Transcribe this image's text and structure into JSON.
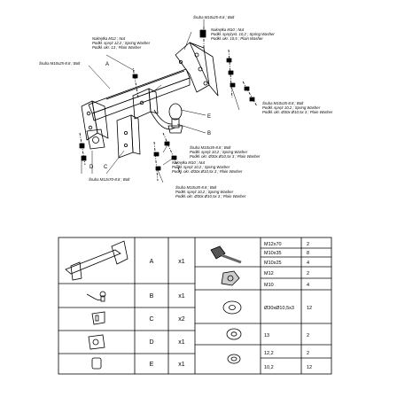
{
  "callouts": {
    "top_bolt": "Šruba M10x25-8.8 ; Bolt",
    "nut_top": [
      "Nakrętka M10 ; Nut",
      "Podkł. sprężyst. 10,2 ; Spring Washer",
      "Podkł. okr. 10,5 ; Plain Washer"
    ],
    "nut_left": [
      "Nakrętka M12 ; Nut",
      "Podkł. spręż 12,2 ; Spring Washer",
      "Podkł. okr. 13 ; Plain Washer"
    ],
    "left_bolt": "Šruba M10x25-8.8 ; Bolt",
    "right_bolt": [
      "Šruba M10x35-8.8 ; Bolt",
      "Podkł. spręż 10,2 ; Spring Washer",
      "Podkł. okr. Ø30x Ø10,5x 3 ; Plain Washer"
    ],
    "mid_bolt": [
      "Šruba M10x35-8.8 ; Bolt",
      "Podkł. spręż 10,2 ; Spring Washer",
      "Podkł. okr. Ø30x Ø10,5x 3 ; Plain Washer"
    ],
    "mid_nut": [
      "Nakrętka M10 ; Nut",
      "Podkł. spręż 10,2 ; Spring Washer",
      "Podkł. okr. Ø30x Ø10,5x 3 ; Plain Washer"
    ],
    "low_bolt": [
      "Šruba M10x35-8.8 ; Bolt",
      "Podkł. spręż 10,2 ; Spring Washer",
      "Podkł. okr. Ø30x Ø10,5x 3 ; Plain Washer"
    ],
    "bottom_bolt": "Šruba M12x70-8.8 ; Bolt"
  },
  "part_letters": [
    "A",
    "B",
    "C",
    "D",
    "E"
  ],
  "parts_table": [
    {
      "letter": "A",
      "qty": "x1"
    },
    {
      "letter": "B",
      "qty": "x1"
    },
    {
      "letter": "C",
      "qty": "x2"
    },
    {
      "letter": "D",
      "qty": "x1"
    },
    {
      "letter": "E",
      "qty": "x1"
    }
  ],
  "hardware_table": [
    {
      "spec": "M12x70",
      "qty": "2"
    },
    {
      "spec": "M10x35",
      "qty": "8"
    },
    {
      "spec": "M10x25",
      "qty": "4"
    },
    {
      "spec": "M12",
      "qty": "2"
    },
    {
      "spec": "M10",
      "qty": "4"
    },
    {
      "spec": "Ø30xØ10,5x3",
      "qty": "12"
    },
    {
      "spec": "13",
      "qty": "2"
    },
    {
      "spec": "12,2",
      "qty": "2"
    },
    {
      "spec": "10,2",
      "qty": "12"
    }
  ]
}
